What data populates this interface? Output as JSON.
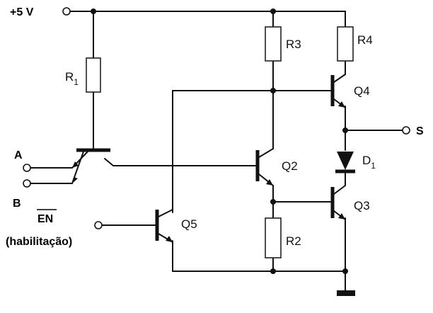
{
  "supply": {
    "label": "+5 V"
  },
  "inputs": {
    "a": "A",
    "b": "B",
    "enable": "EN",
    "enable_note": "(habilitação)"
  },
  "output": {
    "label": "S"
  },
  "resistors": {
    "r1": "R",
    "r1_sub": "1",
    "r2": "R2",
    "r3": "R3",
    "r4": "R4"
  },
  "transistors": {
    "q2": "Q2",
    "q3": "Q3",
    "q4": "Q4",
    "q5": "Q5"
  },
  "diode": {
    "d1": "D",
    "d1_sub": "1"
  }
}
